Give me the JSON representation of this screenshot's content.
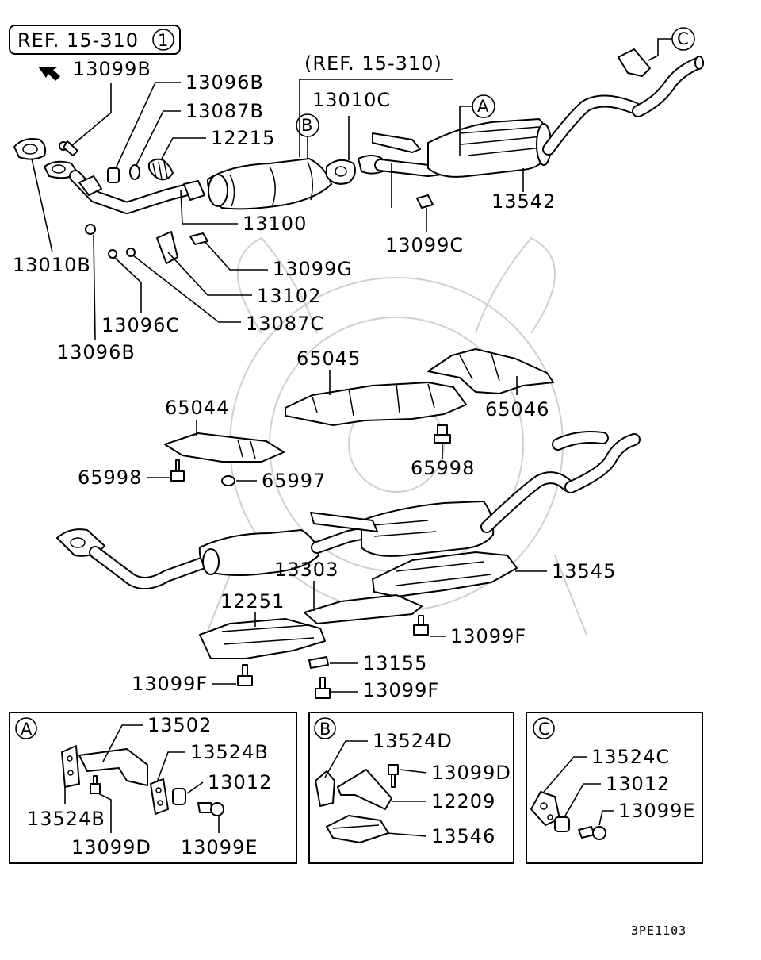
{
  "ref_box": {
    "text": "REF. 15-310",
    "badge": "1"
  },
  "ref_top": "(REF. 15-310)",
  "callouts": {
    "a": "A",
    "b": "B",
    "c": "C"
  },
  "parts": {
    "p13099B": "13099B",
    "p13096B_top": "13096B",
    "p13087B": "13087B",
    "p12215": "12215",
    "p13010C": "13010C",
    "p13100": "13100",
    "p13542": "13542",
    "p13099C": "13099C",
    "p13010B": "13010B",
    "p13099G": "13099G",
    "p13102": "13102",
    "p13096C": "13096C",
    "p13087C": "13087C",
    "p13096B_bottom": "13096B",
    "p65045": "65045",
    "p65046": "65046",
    "p65044": "65044",
    "p65998_left": "65998",
    "p65997": "65997",
    "p65998_right": "65998",
    "p13303": "13303",
    "p13545": "13545",
    "p12251": "12251",
    "p13099F_right": "13099F",
    "p13155": "13155",
    "p13099F_left": "13099F",
    "p13099F_center": "13099F"
  },
  "detail_a": {
    "badge": "A",
    "p13502": "13502",
    "p13524B_right": "13524B",
    "p13012": "13012",
    "p13524B_left": "13524B",
    "p13099D": "13099D",
    "p13099E": "13099E"
  },
  "detail_b": {
    "badge": "B",
    "p13524D": "13524D",
    "p13099D": "13099D",
    "p12209": "12209",
    "p13546": "13546"
  },
  "detail_c": {
    "badge": "C",
    "p13524C": "13524C",
    "p13012": "13012",
    "p13099E": "13099E"
  },
  "figure_code": "3PE1103"
}
